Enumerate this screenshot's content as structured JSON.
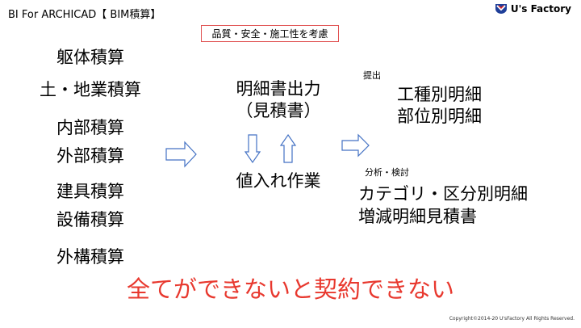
{
  "header": {
    "title": "BI For ARCHICAD【 BIM積算】",
    "note": "品質・安全・施工性を考慮"
  },
  "logo": {
    "text": "U's Factory",
    "icon": "us-factory-logo"
  },
  "categories": [
    "躯体積算",
    "土・地業積算",
    "内部積算",
    "外部積算",
    "建具積算",
    "設備積算",
    "外構積算"
  ],
  "center": {
    "line1": "明細書出力",
    "line2": "（見積書）",
    "work": "値入れ作業"
  },
  "outputs": {
    "submit_label": "提出",
    "submit_items": [
      "工種別明細",
      "部位別明細"
    ],
    "analysis_label": "分析・検討",
    "analysis_items": [
      "カテゴリ・区分別明細",
      "増減明細見積書"
    ]
  },
  "warning": "全てができないと契約できない",
  "copyright": "Copyright©2014-20  U'sFactory All Rights Reserved.",
  "colors": {
    "accent_red": "#e8382e",
    "arrow_blue": "#4472c4",
    "logo_blue": "#1f3f99",
    "logo_red": "#d9262b"
  }
}
